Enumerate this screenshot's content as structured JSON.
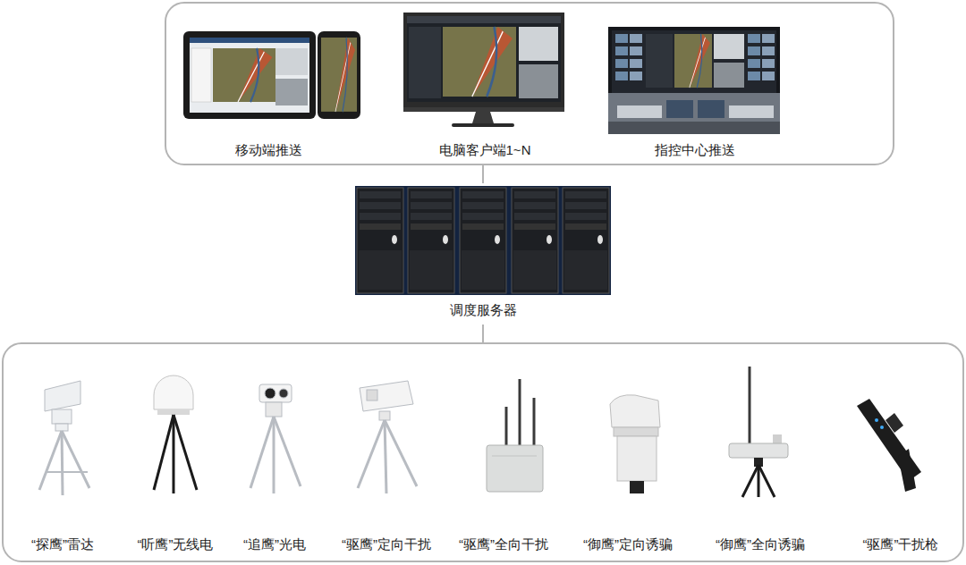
{
  "diagram": {
    "nodes": [
      {
        "text": []
      },
      {
        "text": [
          "移动端推送"
        ],
        "in": 0
      },
      {
        "text": [
          "电脑客户端1~N"
        ],
        "in": 0
      },
      {
        "text": [
          "指控中心推送"
        ],
        "in": 0
      },
      {
        "text": [
          "调度服务器"
        ]
      },
      {
        "text": []
      },
      {
        "text": [
          "“探鹰”雷达"
        ],
        "in": 5
      },
      {
        "text": [
          "“听鹰”无线电"
        ],
        "in": 5
      },
      {
        "text": [
          "“追鹰”光电"
        ],
        "in": 5
      },
      {
        "text": [
          "“驱鹰”定向干扰"
        ],
        "in": 5
      },
      {
        "text": [
          "“驱鹰”全向干扰"
        ],
        "in": 5
      },
      {
        "text": [
          "“御鹰”定向诱骗"
        ],
        "in": 5
      },
      {
        "text": [
          "“御鹰”全向诱骗"
        ],
        "in": 5
      },
      {
        "text": [
          "“驱鹰”干扰枪"
        ],
        "in": 5
      }
    ],
    "edges": [
      {
        "from": 0,
        "to": 4,
        "arrow": "none"
      },
      {
        "from": 4,
        "to": 5,
        "arrow": "none"
      }
    ]
  }
}
